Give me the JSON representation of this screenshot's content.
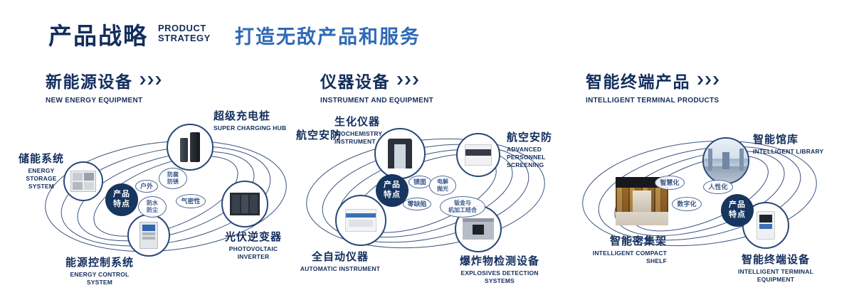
{
  "header": {
    "title": "产品战略",
    "subtitle_line1": "PRODUCT",
    "subtitle_line2": "STRATEGY",
    "slogan": "打造无敌产品和服务"
  },
  "colors": {
    "navy": "#132e5d",
    "blue": "#2f6ab5",
    "background": "#ffffff"
  },
  "sections": [
    {
      "title": "新能源设备",
      "subtitle": "NEW ENERGY EQUIPMENT",
      "center_badge": {
        "line1": "产品",
        "line2": "特点"
      },
      "features": [
        {
          "label": "户外"
        },
        {
          "line1": "防腐",
          "line2": "防锈"
        },
        {
          "line1": "防水",
          "line2": "防尘"
        },
        {
          "label": "气密性"
        }
      ],
      "products": [
        {
          "name": "储能系统",
          "en": "ENERGY STORAGE SYSTEM"
        },
        {
          "name": "超级充电桩",
          "en": "SUPER CHARGING HUB"
        },
        {
          "name": "光伏逆变器",
          "en": "PHOTOVOLTAIC INVERTER"
        },
        {
          "name": "能源控制系统",
          "en": "ENERGY CONTROL SYSTEM"
        }
      ]
    },
    {
      "title": "仪器设备",
      "subtitle": "INSTRUMENT AND EQUIPMENT",
      "extra_label": "航空安防",
      "center_badge": {
        "line1": "产品",
        "line2": "特点"
      },
      "features": [
        {
          "label": "镜面"
        },
        {
          "line1": "电解",
          "line2": "抛光"
        },
        {
          "label": "零缺陷"
        },
        {
          "line1": "钣金与",
          "line2": "机加工结合"
        }
      ],
      "products": [
        {
          "name": "生化仪器",
          "en": "BIOCHEMISTRY INSTRUMENT"
        },
        {
          "name": "航空安防",
          "en": "ADVANCED PERSONNEL SCREENING"
        },
        {
          "name": "全自动仪器",
          "en": "AUTOMATIC INSTRUMENT"
        },
        {
          "name": "爆炸物检测设备",
          "en": "EXPLOSIVES DETECTION SYSTEMS"
        }
      ]
    },
    {
      "title": "智能终端产品",
      "subtitle": "INTELLIGENT TERMINAL PRODUCTS",
      "center_badge": {
        "line1": "产品",
        "line2": "特点"
      },
      "features": [
        {
          "label": "智慧化"
        },
        {
          "label": "人性化"
        },
        {
          "label": "数字化"
        }
      ],
      "products": [
        {
          "name": "智能馆库",
          "en": "INTELLIGENT LIBRARY"
        },
        {
          "name": "智能密集架",
          "en": "INTELLIGENT COMPACT SHELF"
        },
        {
          "name": "智能终端设备",
          "en": "INTELLIGENT TERMINAL EQUIPMENT"
        }
      ]
    }
  ]
}
